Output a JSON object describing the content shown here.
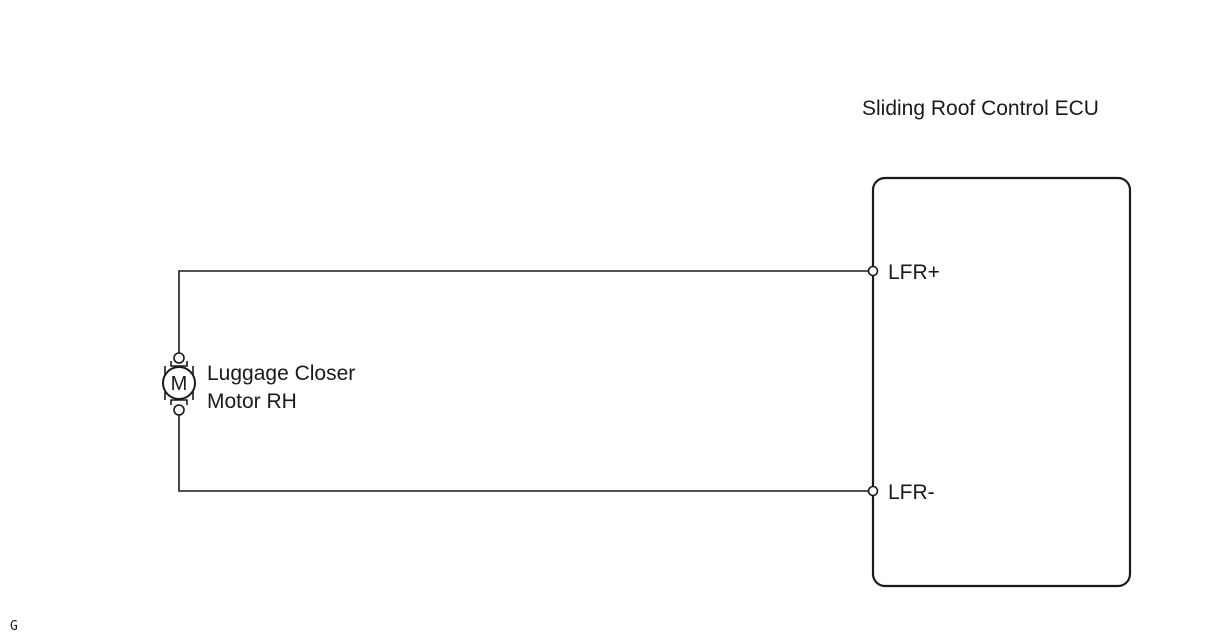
{
  "ecu": {
    "title": "Sliding Roof Control ECU",
    "terminals": [
      {
        "label": "LFR+"
      },
      {
        "label": "LFR-"
      }
    ]
  },
  "motor": {
    "symbol_letter": "M",
    "label_line1": "Luggage Closer",
    "label_line2": "Motor RH"
  },
  "corner_code": "G"
}
